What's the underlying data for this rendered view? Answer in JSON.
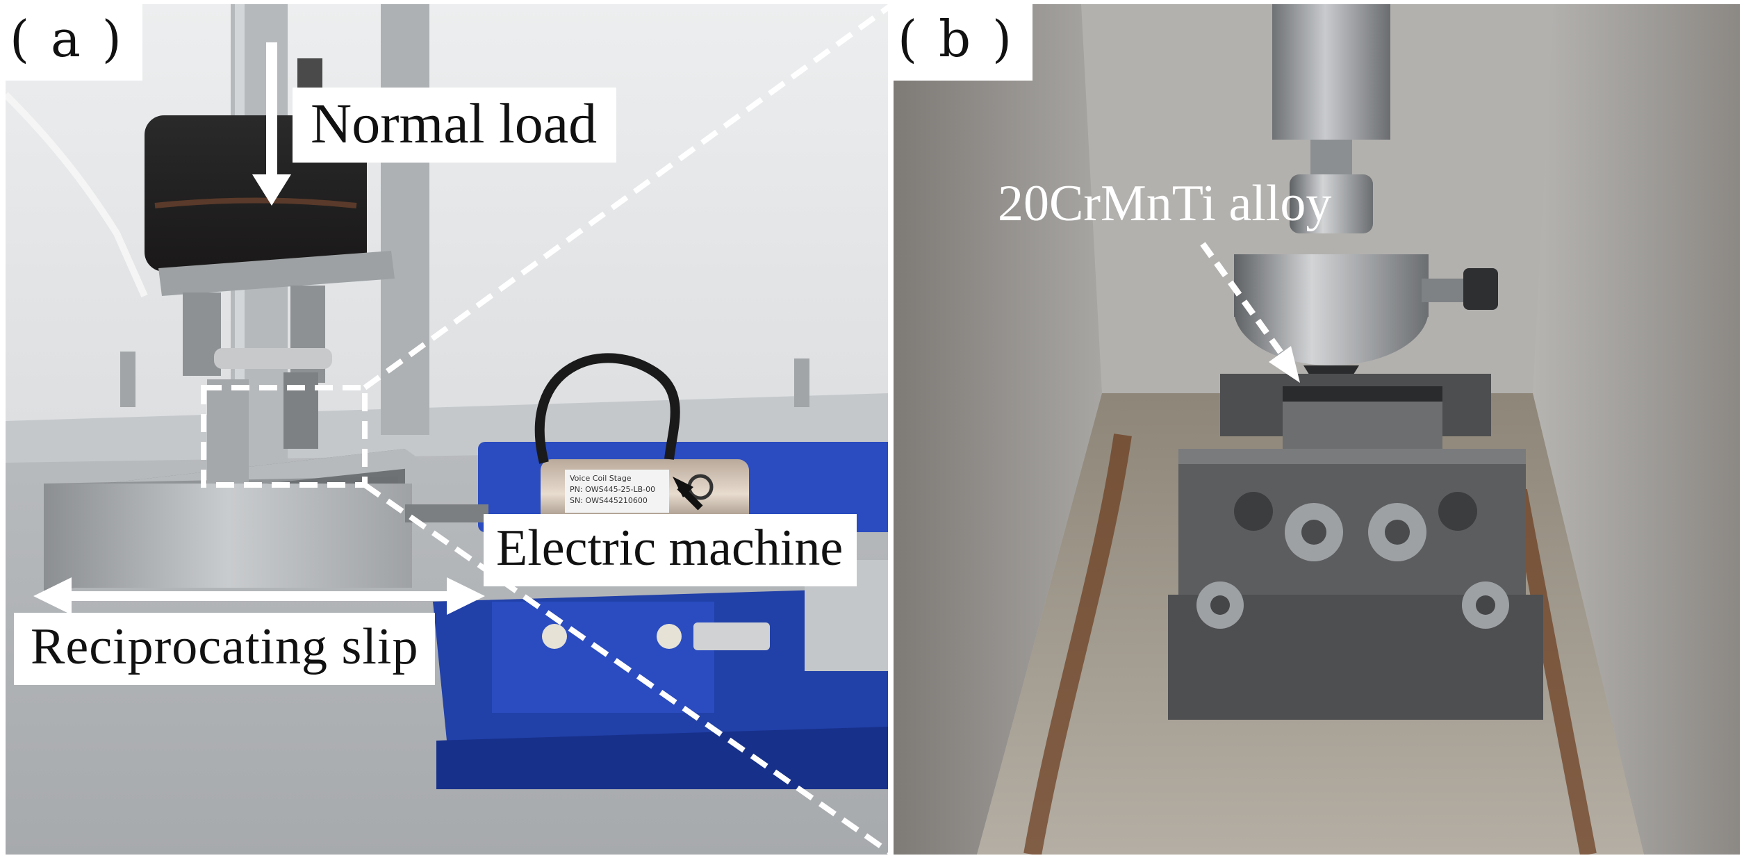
{
  "panels": {
    "a": {
      "label": "( a )",
      "annotations": {
        "normal_load": "Normal load",
        "electric_machine": "Electric machine",
        "reciprocating_slip": "Reciprocating slip"
      },
      "motor_sticker": {
        "line1": "Voice Coil Stage",
        "line2": "PN: OWS445-25-LB-00",
        "line3": "SN: OWS445210600"
      }
    },
    "b": {
      "label": "( b )",
      "annotations": {
        "alloy": "20CrMnTi alloy"
      }
    }
  },
  "colors": {
    "stage_blue": "#2140a8",
    "steel": "#9a9ea2",
    "wall": "#e6e7e8",
    "rust": "#6b3a1c"
  }
}
